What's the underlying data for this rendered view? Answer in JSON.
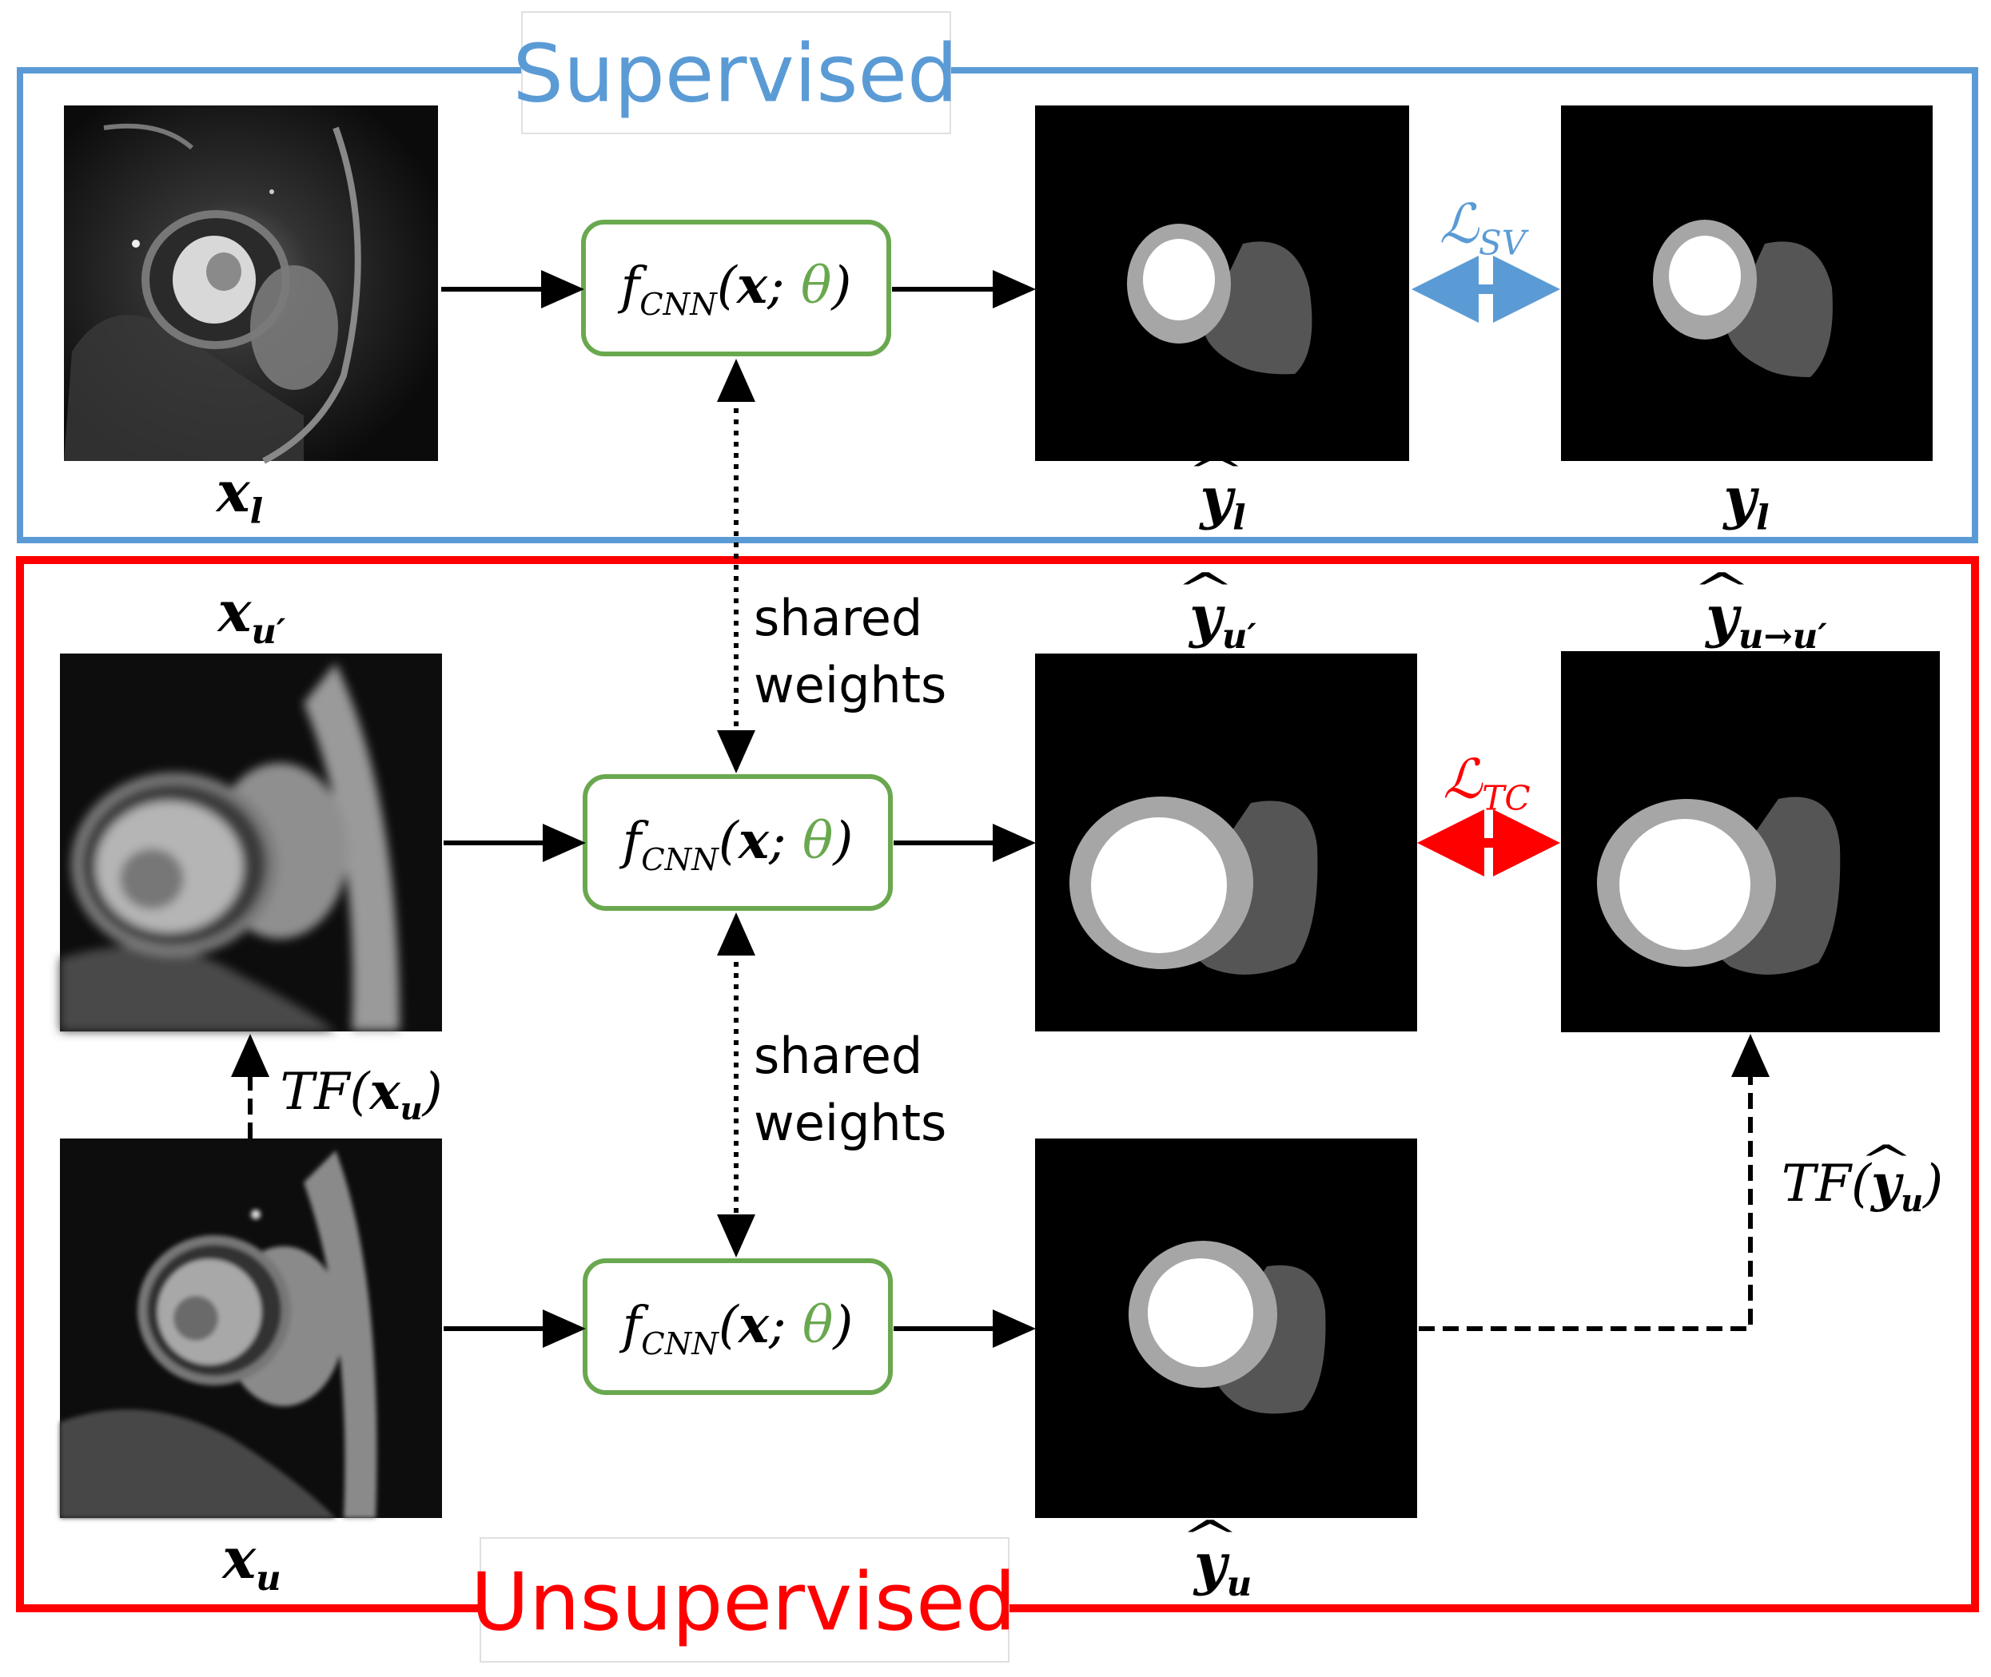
{
  "titles": {
    "supervised": "Supervised",
    "unsupervised": "Unsupervised"
  },
  "colors": {
    "supervised": "#5b9bd5",
    "unsupervised": "#ff0000",
    "cnn_box": "#6aa84f",
    "theta": "#6aa84f"
  },
  "cnn": {
    "f": "f",
    "sub": "CNN",
    "open": "(",
    "x": "x",
    "sep": ";",
    "theta": "θ",
    "close": ")"
  },
  "shared_weights": {
    "line1": "shared",
    "line2": "weights"
  },
  "labels": {
    "x_l": {
      "base": "x",
      "sub": "l"
    },
    "yhat_l": {
      "base": "y",
      "sub": "l"
    },
    "y_l": {
      "base": "y",
      "sub": "l"
    },
    "x_uprime": {
      "base": "x",
      "sub": "u′"
    },
    "yhat_uprime": {
      "base": "y",
      "sub": "u′"
    },
    "yhat_u_to_uprime": {
      "base": "y",
      "sub": "u→u′"
    },
    "x_u": {
      "base": "x",
      "sub": "u"
    },
    "yhat_u": {
      "base": "y",
      "sub": "u"
    }
  },
  "losses": {
    "sv": {
      "symbol": "ℒ",
      "sub": "SV"
    },
    "tc": {
      "symbol": "ℒ",
      "sub": "TC"
    }
  },
  "transforms": {
    "tf_x": {
      "name": "TF",
      "open": "(",
      "base": "x",
      "sub": "u",
      "close": ")"
    },
    "tf_y": {
      "name": "TF",
      "open": "(",
      "base": "y",
      "sub": "u",
      "close": ")"
    }
  },
  "images": {
    "x_l": "cardiac MRI slice (sharp)",
    "yhat_l": "segmentation mask",
    "y_l": "ground truth mask",
    "x_uprime": "transformed cardiac MRI slice",
    "yhat_uprime": "segmentation mask",
    "yhat_u_to_uprime": "transformed segmentation mask",
    "x_u": "cardiac MRI slice",
    "yhat_u": "segmentation mask"
  }
}
